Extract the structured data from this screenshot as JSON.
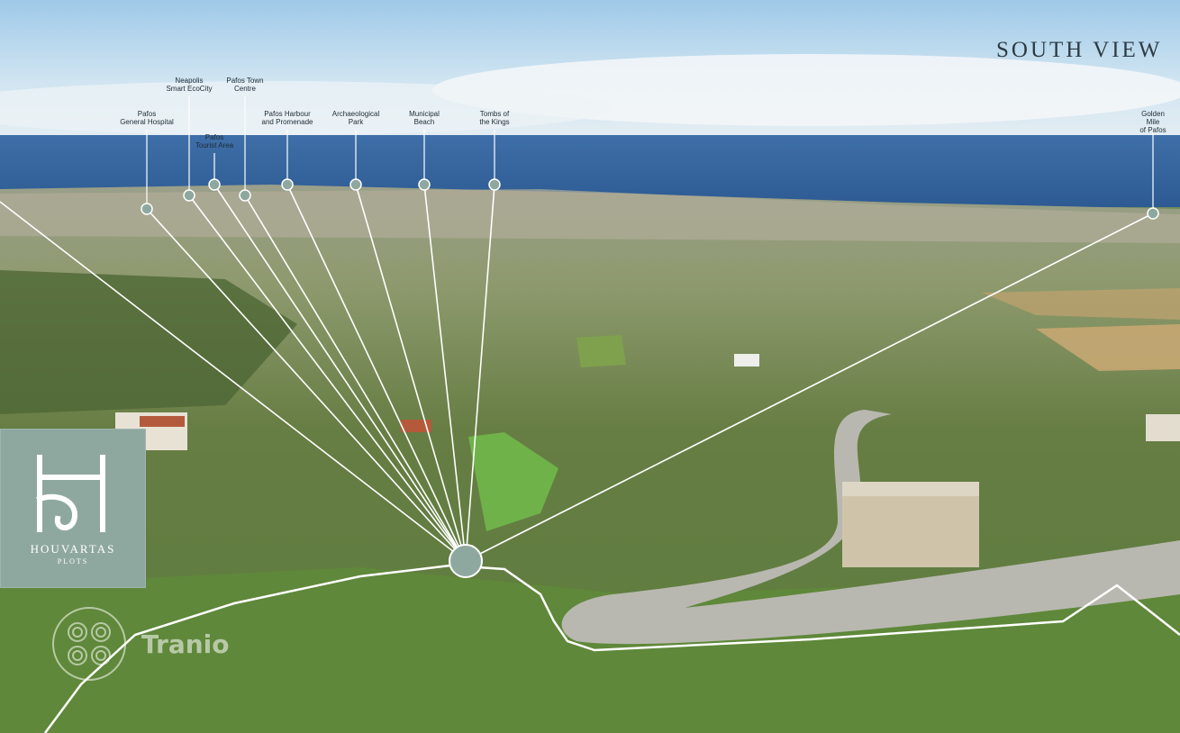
{
  "view_title": "SOUTH VIEW",
  "brand": {
    "name": "HOUVARTAS",
    "sub": "PLOTS"
  },
  "watermark": "Tranio",
  "colors": {
    "line": "#ffffff",
    "hub": "#8fa89f",
    "panel": "#8fa89f",
    "title": "#2d3b45"
  },
  "landmarks": [
    {
      "label": "Pafos\nGeneral Hospital"
    },
    {
      "label": "Neapolis\nSmart EcoCity"
    },
    {
      "label": "Pafos\nTourist Area"
    },
    {
      "label": "Pafos Town\nCentre"
    },
    {
      "label": "Pafos Harbour\nand Promenade"
    },
    {
      "label": "Archaeological\nPark"
    },
    {
      "label": "Municipal\nBeach"
    },
    {
      "label": "Tombs of\nthe Kings"
    },
    {
      "label": "Golden Mile\nof Pafos"
    }
  ]
}
